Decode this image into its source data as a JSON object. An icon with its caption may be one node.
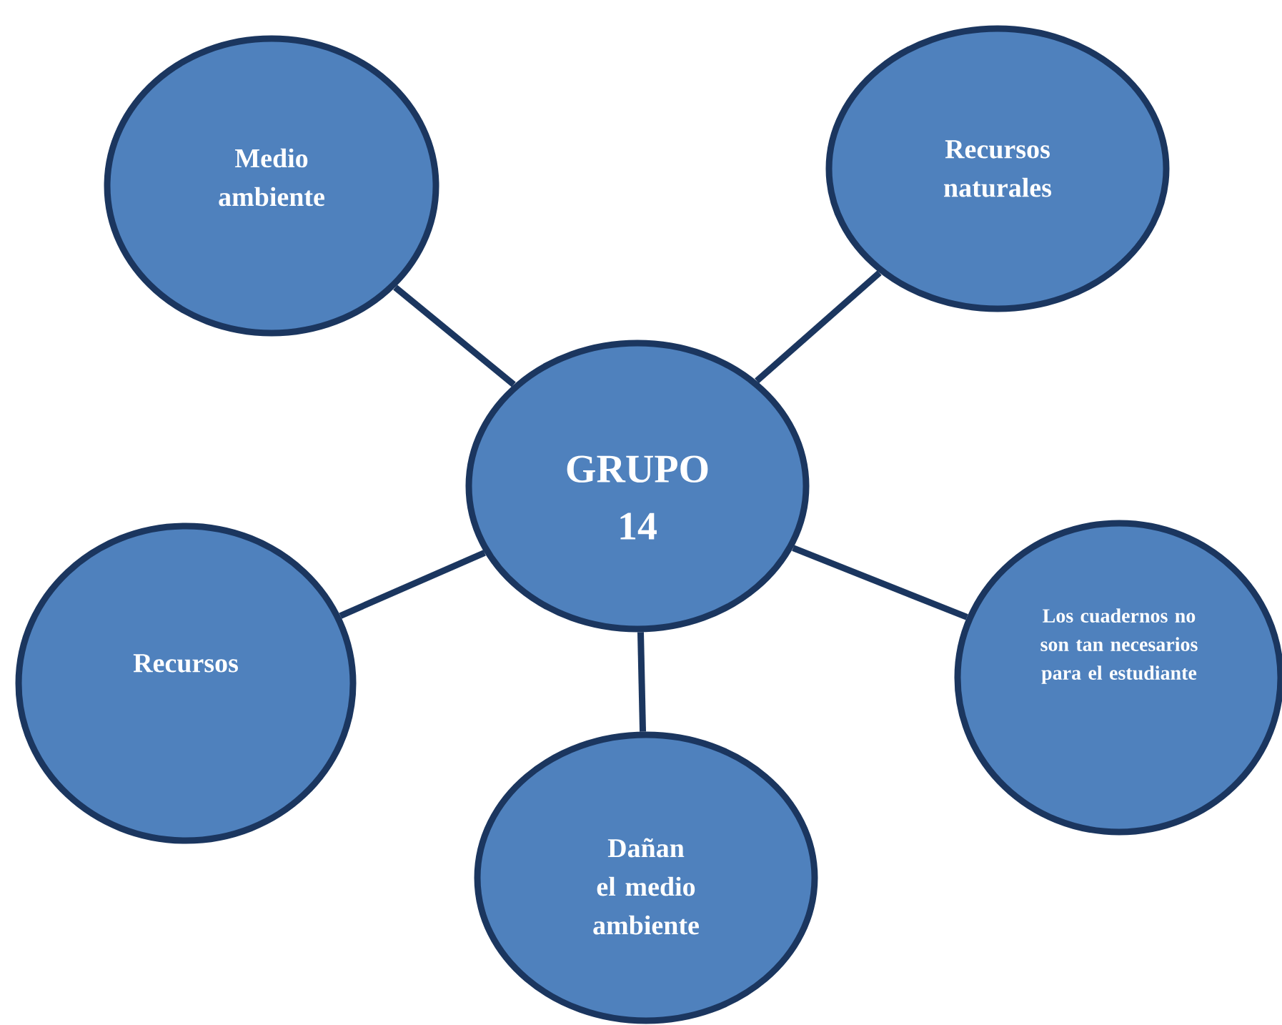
{
  "diagram": {
    "nodes": [
      {
        "text": [
          "Medio ambiente"
        ]
      },
      {
        "text": [
          "Recursos naturales"
        ]
      },
      {
        "text": [
          "GRUPO 14"
        ]
      },
      {
        "text": [
          "Recursos"
        ]
      },
      {
        "text": [
          "Los cuadernos no son tan necesarios para el estudiante"
        ]
      },
      {
        "text": [
          "Dañan el medio ambiente"
        ]
      }
    ],
    "edges": [
      {
        "from": 2,
        "to": 0,
        "arrow": "none"
      },
      {
        "from": 2,
        "to": 1,
        "arrow": "none"
      },
      {
        "from": 2,
        "to": 3,
        "arrow": "none"
      },
      {
        "from": 2,
        "to": 4,
        "arrow": "none"
      },
      {
        "from": 2,
        "to": 5,
        "arrow": "none"
      }
    ]
  }
}
